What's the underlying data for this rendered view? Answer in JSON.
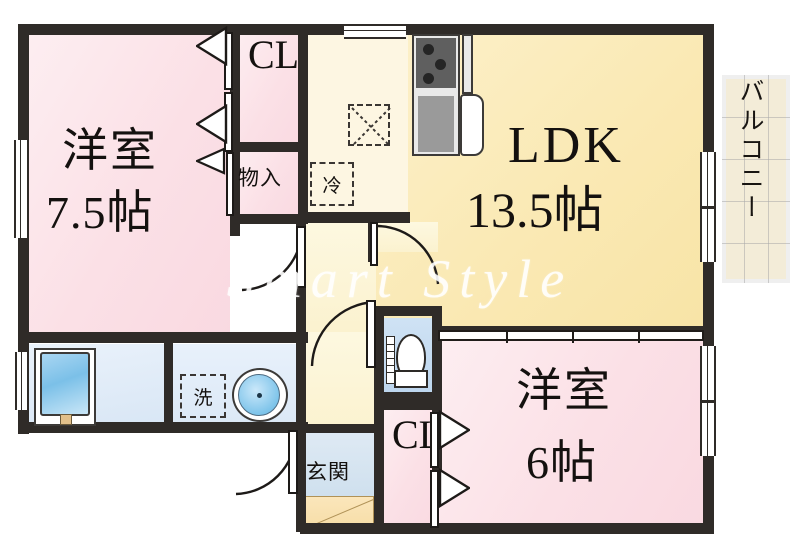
{
  "plan": {
    "watermark": "Smart Style",
    "colors": {
      "wall": "#2f2b28",
      "room_pink": "#fbe3e7",
      "ldk_yellow": "#fae8b7",
      "hall_cream": "#fdf6dd",
      "water_blue": "#dfeaf7",
      "toilet_blue": "#cfe2f4",
      "text": "#14110f"
    },
    "rooms": [
      {
        "id": "washitsu-left",
        "name": "洋室",
        "size": "7.5帖",
        "type": "western-room"
      },
      {
        "id": "ldk",
        "name": "LDK",
        "size": "13.5帖",
        "type": "living-dining-kitchen"
      },
      {
        "id": "washitsu-right",
        "name": "洋室",
        "size": "6帖",
        "type": "western-room"
      }
    ],
    "labels": {
      "room_left_name": "洋室",
      "room_left_size": "7.5帖",
      "ldk_name": "LDK",
      "ldk_size": "13.5帖",
      "room_right_name": "洋室",
      "room_right_size": "6帖",
      "closet_top": "CL",
      "closet_bottom": "CL",
      "storage": "物入",
      "fridge": "冷",
      "washer": "洗",
      "entrance": "玄関",
      "balcony": "バルコニー"
    },
    "closets": [
      {
        "id": "cl-top",
        "label": "CL",
        "location": "top-center-left"
      },
      {
        "id": "cl-bottom",
        "label": "CL",
        "location": "bottom-center"
      },
      {
        "id": "monoire",
        "label": "物入",
        "location": "center-left"
      }
    ],
    "fixtures": [
      {
        "id": "stove",
        "name": "gas-stove-3-burner",
        "burners": 3
      },
      {
        "id": "sink",
        "name": "kitchen-sink"
      },
      {
        "id": "fridge",
        "name": "refrigerator-space",
        "label": "冷"
      },
      {
        "id": "washer",
        "name": "washing-machine-space",
        "label": "洗"
      },
      {
        "id": "bathtub",
        "name": "bathtub"
      },
      {
        "id": "basin",
        "name": "wash-basin"
      },
      {
        "id": "toilet",
        "name": "toilet"
      },
      {
        "id": "shelf-x",
        "name": "overhead-cabinet"
      }
    ],
    "openings": {
      "balcony_door": "sliding-glass-door",
      "ldk_to_room_right": "4-panel-sliding-door",
      "windows": 4,
      "hinged_doors": 4
    }
  }
}
